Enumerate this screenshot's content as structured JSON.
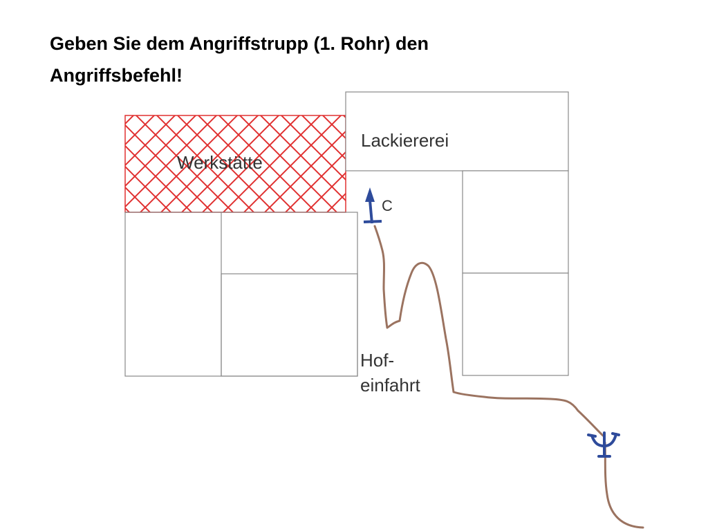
{
  "title": {
    "line1": "Geben Sie dem Angriffstrupp (1. Rohr)  den",
    "line2": "Angriffsbefehl!"
  },
  "labels": {
    "werkstaette": "Werkstätte",
    "lackiererei": "Lackiererei",
    "hofeinfahrt_line1": "Hof-",
    "hofeinfahrt_line2": "einfahrt",
    "coupling": "C"
  },
  "icons": {
    "distributor": "water-distributor-icon",
    "nozzle": "c-nozzle-arrow-icon"
  },
  "colors": {
    "hatch": "#e03030",
    "hose": "#9b7360",
    "symbol": "#2e4b9b",
    "outline": "#777777"
  }
}
